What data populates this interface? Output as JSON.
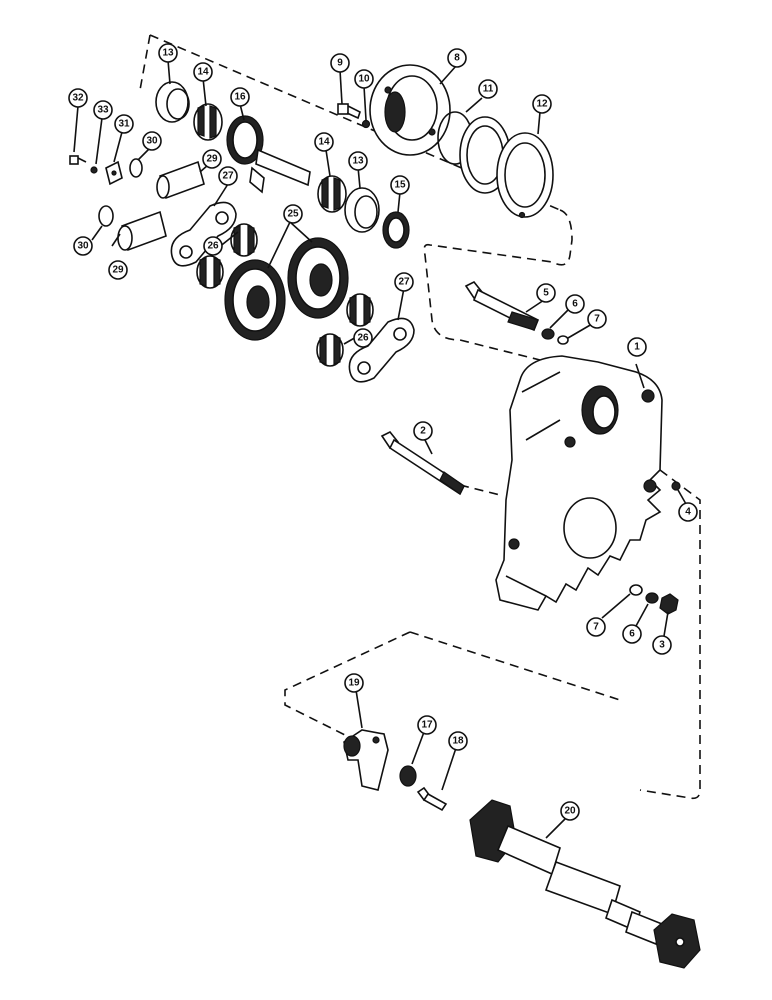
{
  "callouts": {
    "c1": "1",
    "c2": "2",
    "c3": "3",
    "c4": "4",
    "c5": "5",
    "c6a": "6",
    "c6b": "6",
    "c7a": "7",
    "c7b": "7",
    "c8": "8",
    "c9": "9",
    "c10": "10",
    "c11": "11",
    "c12": "12",
    "c13a": "13",
    "c13b": "13",
    "c14a": "14",
    "c14b": "14",
    "c15": "15",
    "c16": "16",
    "c17": "17",
    "c18": "18",
    "c19": "19",
    "c20": "20",
    "c25": "25",
    "c26a": "26",
    "c26b": "26",
    "c27a": "27",
    "c27b": "27",
    "c29a": "29",
    "c29b": "29",
    "c30a": "30",
    "c30b": "30",
    "c31": "31",
    "c32": "32",
    "c33": "33"
  },
  "colors": {
    "line": "#111111",
    "background": "#ffffff",
    "shade": "#8a8a8a"
  }
}
